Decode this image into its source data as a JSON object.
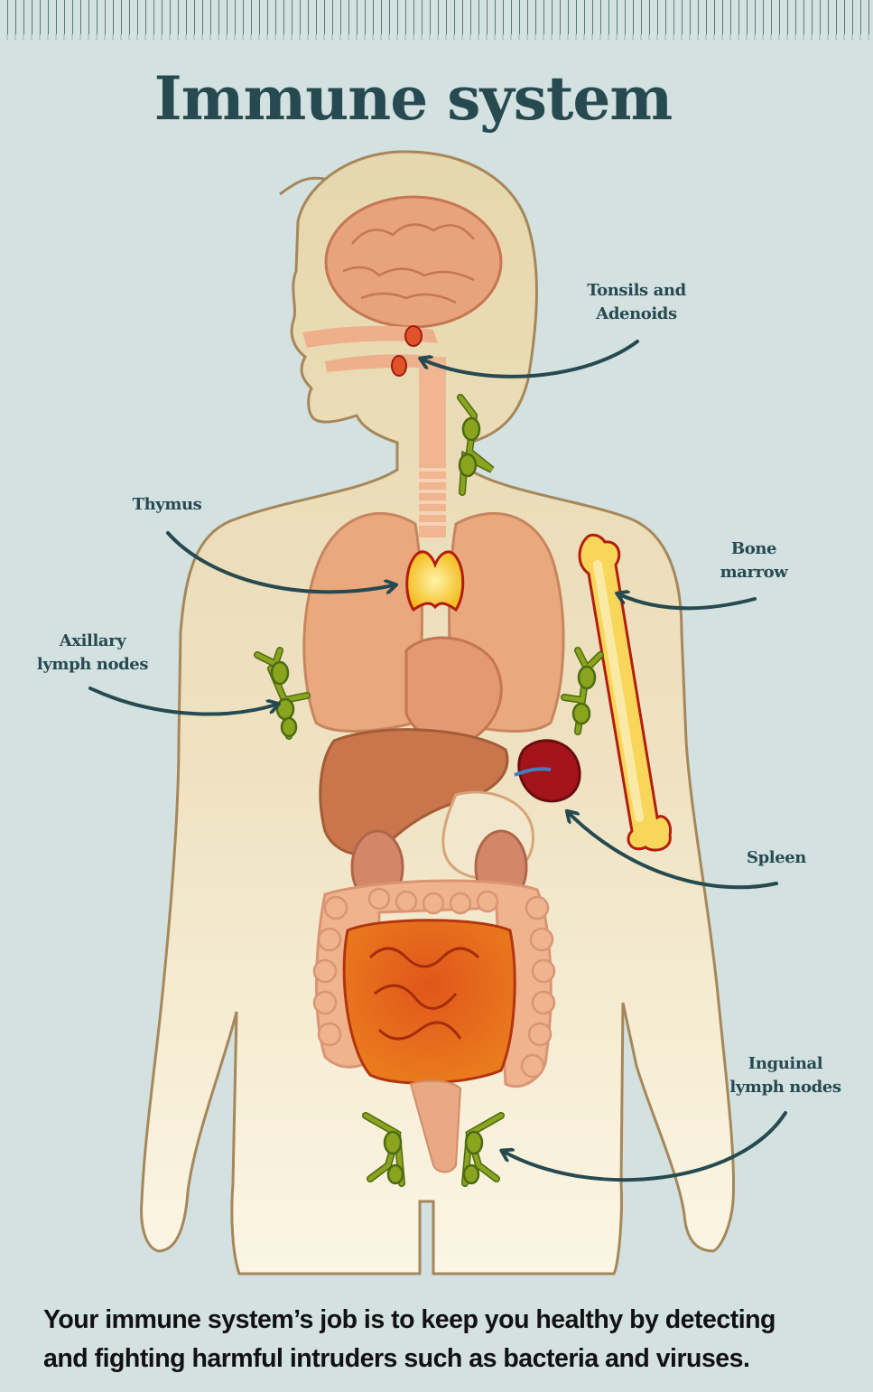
{
  "title": "Immune system",
  "labels": {
    "tonsils": [
      "Tonsils and",
      "Adenoids"
    ],
    "thymus": [
      "Thymus"
    ],
    "bone_marrow": [
      "Bone",
      "marrow"
    ],
    "axillary": [
      "Axillary",
      "lymph nodes"
    ],
    "spleen": [
      "Spleen"
    ],
    "inguinal": [
      "Inguinal",
      "lymph nodes"
    ]
  },
  "caption": {
    "line1": "Your immune system’s job is to keep you healthy by detecting",
    "line2": "and fighting harmful intruders such as bacteria and viruses."
  },
  "colors": {
    "background": "#d3e1e0",
    "text": "#264a50",
    "body_fill": "#eadcb6",
    "body_outline": "#a6875a",
    "organ": "#e9a97d",
    "lymph": "#7c9b1e",
    "spleen": "#a3141a",
    "thymus": "#f4c21a",
    "bone": "#f7d65a"
  }
}
